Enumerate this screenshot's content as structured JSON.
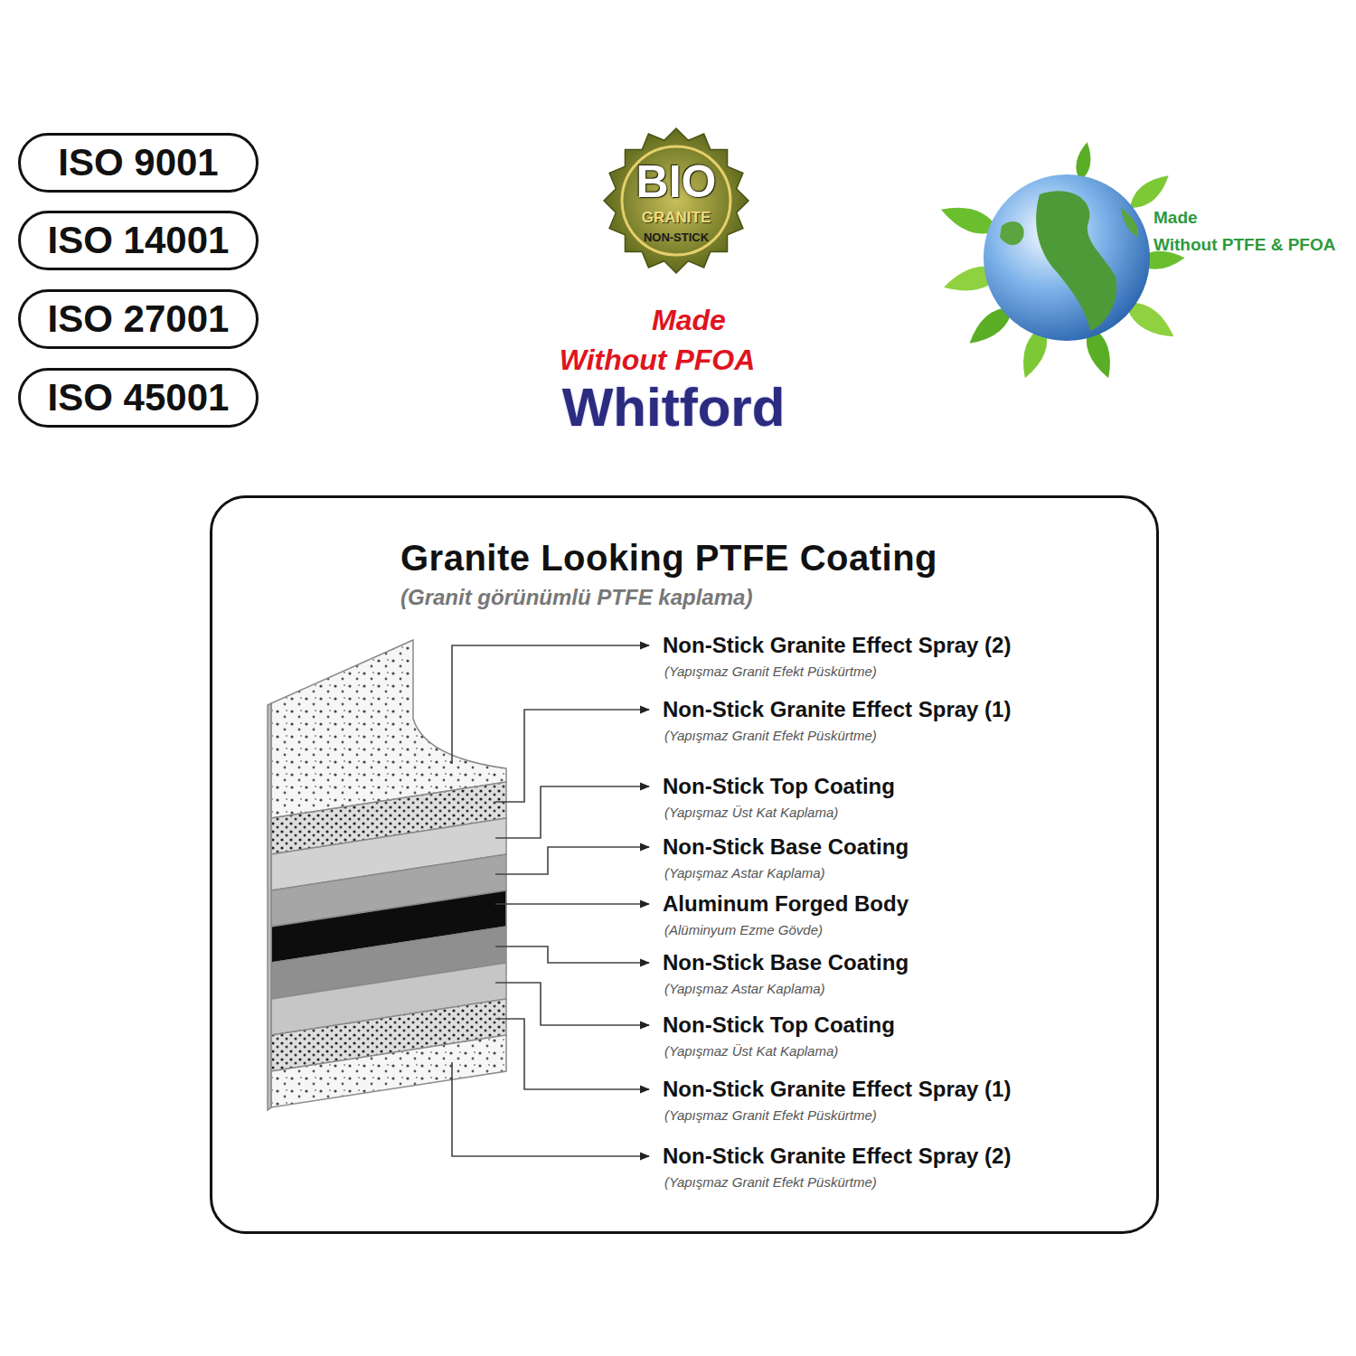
{
  "diagram": {
    "nodes": [
      {
        "text": [
          "ISO 9001"
        ]
      },
      {
        "text": [
          "ISO 14001"
        ]
      },
      {
        "text": [
          "ISO 27001"
        ]
      },
      {
        "text": [
          "ISO 45001"
        ]
      },
      {
        "text": [
          "BIO",
          "GRANITE",
          "NON-STICK"
        ]
      },
      {
        "text": [
          "Granite Looking PTFE Coating",
          "(Granit görünümlü PTFE kaplama)"
        ]
      }
    ],
    "labels": [
      "Made Without PFOA",
      "Whitford",
      "Made Without PTFE & PFOA",
      "Non-Stick Granite Effect Spray (2)",
      "(Yapışmaz Granit Efekt Püskürtme)",
      "Non-Stick Granite Effect Spray (1)",
      "(Yapışmaz Granit Efekt Püskürtme)",
      "Non-Stick Top Coating",
      "(Yapışmaz Üst Kat Kaplama)",
      "Non-Stick Base Coating",
      "(Yapışmaz Astar Kaplama)",
      "Aluminum Forged Body",
      "(Alüminyum Ezme Gövde)",
      "Non-Stick Base Coating",
      "(Yapışmaz Astar Kaplama)",
      "Non-Stick Top Coating",
      "(Yapışmaz Üst Kat Kaplama)",
      "Non-Stick Granite Effect Spray (1)",
      "(Yapışmaz Granit Efekt Püskürtme)",
      "Non-Stick Granite Effect Spray (2)",
      "(Yapışmaz Granit Efekt Püskürtme)"
    ]
  }
}
